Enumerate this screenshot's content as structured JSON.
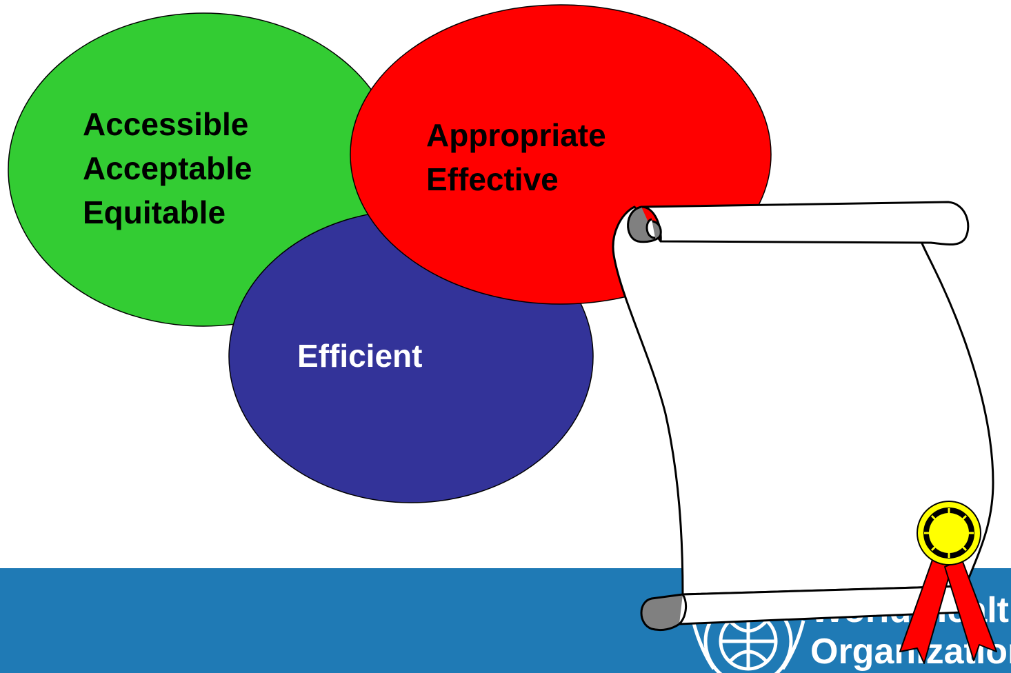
{
  "colors": {
    "background": "#ffffff",
    "footer_band": "#1f7ab5",
    "green_circle": "#33cc33",
    "red_circle": "#ff0000",
    "blue_circle": "#333399",
    "scroll_paper": "#ffffff",
    "scroll_roll": "#808080",
    "ribbon": "#ff0000",
    "rosette": "#ffff00",
    "outline": "#000000"
  },
  "circles": {
    "green": {
      "lines": [
        "Accessible",
        "Acceptable",
        "Equitable"
      ],
      "text_color": "#000000"
    },
    "red": {
      "lines": [
        "Appropriate",
        "Effective"
      ],
      "text_color": "#000000"
    },
    "blue": {
      "lines": [
        "Efficient"
      ],
      "text_color": "#ffffff"
    }
  },
  "logo": {
    "line1": "World Health",
    "line2": "Organization",
    "icon": "un-emblem-icon"
  },
  "decorations": {
    "scroll": "scroll-icon",
    "award": "award-ribbon-icon"
  }
}
